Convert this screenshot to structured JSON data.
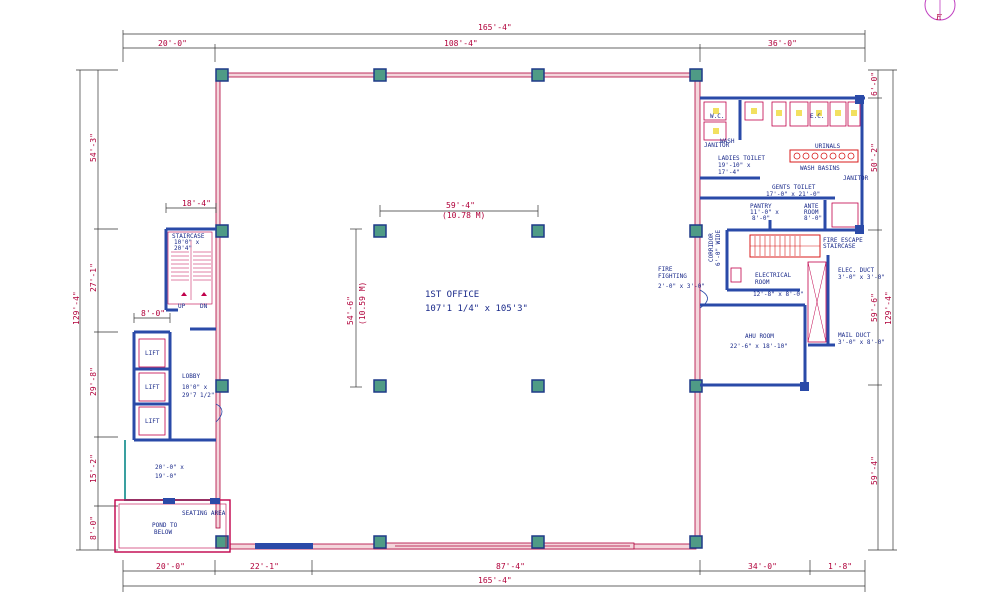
{
  "compass": {
    "label": "E"
  },
  "dimensions": {
    "top_overall": "165'-4\"",
    "top_left": "20'-0\"",
    "top_mid": "108'-4\"",
    "top_right": "36'-0\"",
    "bottom_overall": "165'-4\"",
    "bottom_1": "20'-0\"",
    "bottom_2": "22'-1\"",
    "bottom_3": "87'-4\"",
    "bottom_4": "34'-0\"",
    "bottom_5": "1'-8\"",
    "left_overall": "129'-4\"",
    "left_1": "54'-3\"",
    "left_2": "27'-1\"",
    "left_3": "29'-8\"",
    "left_4": "15'-2\"",
    "left_5": "8'-0\"",
    "right_overall": "129'-4\"",
    "right_1": "6'-0\"",
    "right_2": "50'-2\"",
    "right_3": "59'-6\"",
    "right_4": "59'-4\"",
    "stair_width": "18'-4\"",
    "lift_width": "8'-0\"",
    "column_span_h": "59'-4\"",
    "column_span_h_m": "(10.78 M)",
    "column_span_v": "54'-6\"",
    "column_span_v_m": "(10.59 M)"
  },
  "rooms": {
    "office_name": "1ST OFFICE",
    "office_size": "107'1 1/4\" x 105'3\"",
    "lobby_name": "LOBBY",
    "lobby_size_1": "10'0\" x",
    "lobby_size_2": "29'7 1/2\"",
    "staircase_name": "STAIRCASE",
    "staircase_size_1": "10'0\" x",
    "staircase_size_2": "20'4\"",
    "stair_up": "UP",
    "stair_dn": "DN",
    "lift_1": "LIFT",
    "lift_2": "LIFT",
    "lift_3": "LIFT",
    "passage_size_1": "20'-0\" x",
    "passage_size_2": "19'-0\"",
    "pond_label": "POND TO",
    "pond_label_2": "BELOW",
    "seating_label": "SEATING AREA",
    "ladies_toilet": "LADIES TOILET",
    "ladies_toilet_size_1": "19'-10\" x",
    "ladies_toilet_size_2": "17'-4\"",
    "gents_toilet": "GENTS TOILET",
    "gents_toilet_size": "17'-0\" x 21'-0\"",
    "pantry": "PANTRY",
    "pantry_size_1": "11'-0\" x",
    "pantry_size_2": "8'-0\"",
    "ante_room": "ANTE",
    "ante_room_2": "ROOM",
    "ante_size": "8'-0\"",
    "janitor": "JANITOR",
    "janitor_2": "JANITOR",
    "wash": "WASH",
    "urinals": "URINALS",
    "wash_basins": "WASH BASINS",
    "corridor": "CORRIDOR",
    "corridor_size": "6'-0\" WIDE",
    "fire_escape": "FIRE ESCAPE",
    "fire_escape_2": "STAIRCASE",
    "electrical_room": "ELECTRICAL",
    "electrical_room_2": "ROOM",
    "electrical_size": "12'-8\" x 8'-0\"",
    "elec_duct": "ELEC. DUCT",
    "elec_duct_size": "3'-0\" x 3'-0\"",
    "fire_fighting": "FIRE",
    "fire_fighting_2": "FIGHTING",
    "fire_fighting_size": "2'-0\" x 3'-0\"",
    "ahu_room": "AHU ROOM",
    "ahu_size": "22'-6\" x 18'-10\"",
    "mail_duct": "MAIL DUCT",
    "mail_duct_size": "3'-0\" x 8'-0\"",
    "wc_label": "W.C.",
    "ec_label": "E.C."
  },
  "colors": {
    "wall": "#2a4aa8",
    "column": "#4f9b86",
    "dim": "#c0004a",
    "fire": "#d81b1b"
  }
}
